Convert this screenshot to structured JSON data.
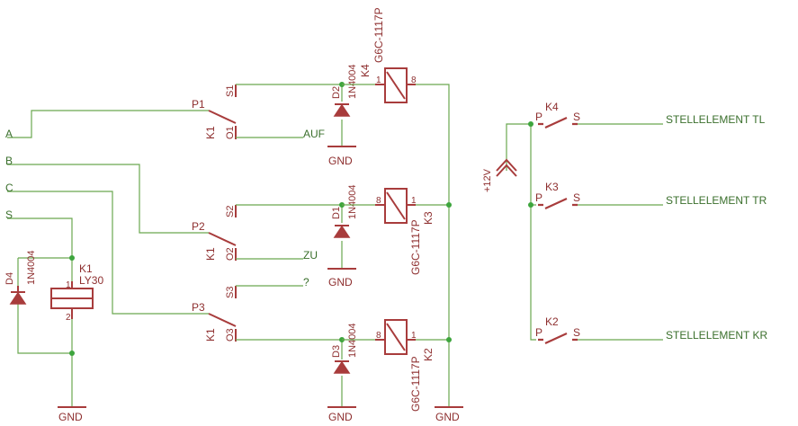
{
  "inputs": {
    "a": "A",
    "b": "B",
    "c": "C",
    "s": "S"
  },
  "relay_k1": {
    "name": "K1",
    "type": "LY30",
    "coil_pin1": "1",
    "coil_pin2": "2",
    "contacts": [
      {
        "p": "P1",
        "s": "S1",
        "o": "O1",
        "k": "K1",
        "out": "AUF"
      },
      {
        "p": "P2",
        "s": "S2",
        "o": "O2",
        "k": "K1",
        "out": "ZU"
      },
      {
        "p": "P3",
        "s": "S3",
        "o": "O3",
        "k": "K1",
        "out": "?"
      }
    ]
  },
  "diodes": [
    {
      "name": "D4",
      "type": "1N4004"
    },
    {
      "name": "D2",
      "type": "1N4004"
    },
    {
      "name": "D1",
      "type": "1N4004"
    },
    {
      "name": "D3",
      "type": "1N4004"
    }
  ],
  "relays": [
    {
      "name": "K4",
      "type": "G6C-1117P",
      "pin_a": "1",
      "pin_b": "8"
    },
    {
      "name": "K3",
      "type": "G6C-1117P",
      "pin_a": "8",
      "pin_b": "1"
    },
    {
      "name": "K2",
      "type": "G6C-1117P",
      "pin_a": "8",
      "pin_b": "1"
    }
  ],
  "supply": "+12V",
  "ground": "GND",
  "outputs": [
    {
      "k": "K4",
      "p": "P",
      "s": "S",
      "label": "STELLELEMENT TL"
    },
    {
      "k": "K3",
      "p": "P",
      "s": "S",
      "label": "STELLELEMENT TR"
    },
    {
      "k": "K2",
      "p": "P",
      "s": "S",
      "label": "STELLELEMENT KR"
    }
  ]
}
